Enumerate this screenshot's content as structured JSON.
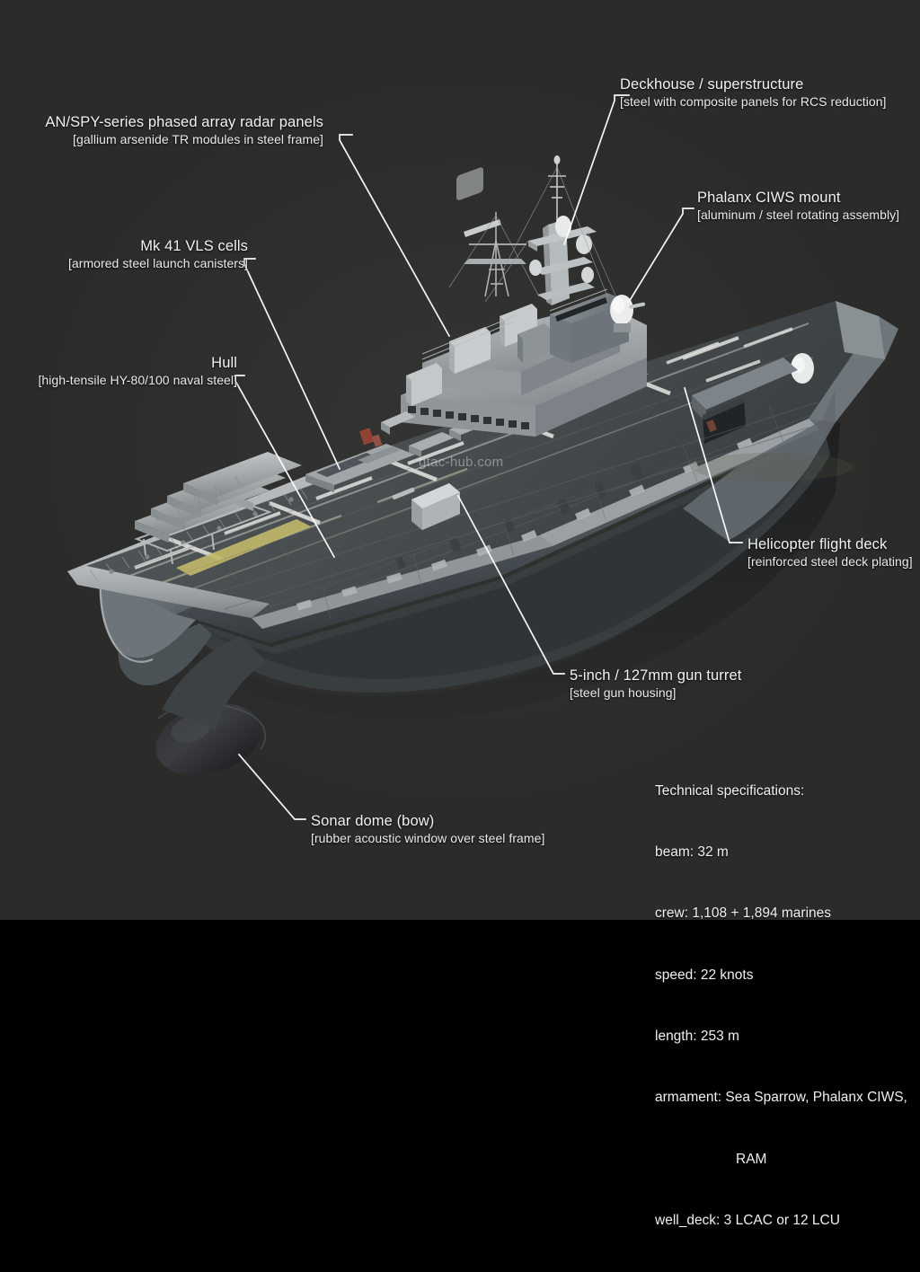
{
  "scene": {
    "background_color": "#2b2b2a",
    "subject": "amphibious assault ship 3d render",
    "watermark": "gtac-hub.com"
  },
  "callouts": [
    {
      "id": "deckhouse",
      "title": "Deckhouse / superstructure",
      "spec": "[steel with composite panels for RCS reduction]"
    },
    {
      "id": "radar",
      "title": "AN/SPY-series phased array radar panels",
      "spec": "[gallium arsenide TR modules in steel frame]"
    },
    {
      "id": "ciws",
      "title": "Phalanx CIWS mount",
      "spec": "[aluminum / steel rotating assembly]"
    },
    {
      "id": "vls",
      "title": "Mk 41 VLS cells",
      "spec": "[armored steel launch canisters]"
    },
    {
      "id": "hull",
      "title": "Hull",
      "spec": "[high-tensile HY-80/100 naval steel]"
    },
    {
      "id": "flightdeck",
      "title": "Helicopter flight deck",
      "spec": "[reinforced steel deck plating]"
    },
    {
      "id": "gun",
      "title": "5-inch / 127mm gun turret",
      "spec": "[steel gun housing]"
    },
    {
      "id": "sonar",
      "title": "Sonar dome (bow)",
      "spec": "[rubber acoustic window over steel frame]"
    }
  ],
  "specifications": {
    "heading": "Technical specifications:",
    "beam": "beam: 32 m",
    "crew": "crew: 1,108 + 1,894 marines",
    "speed": "speed: 22 knots",
    "length": "length: 253 m",
    "armament": "armament: Sea Sparrow, Phalanx CIWS,",
    "armament_cont": "RAM",
    "well_deck": "well_deck: 3 LCAC or 12 LCU"
  }
}
